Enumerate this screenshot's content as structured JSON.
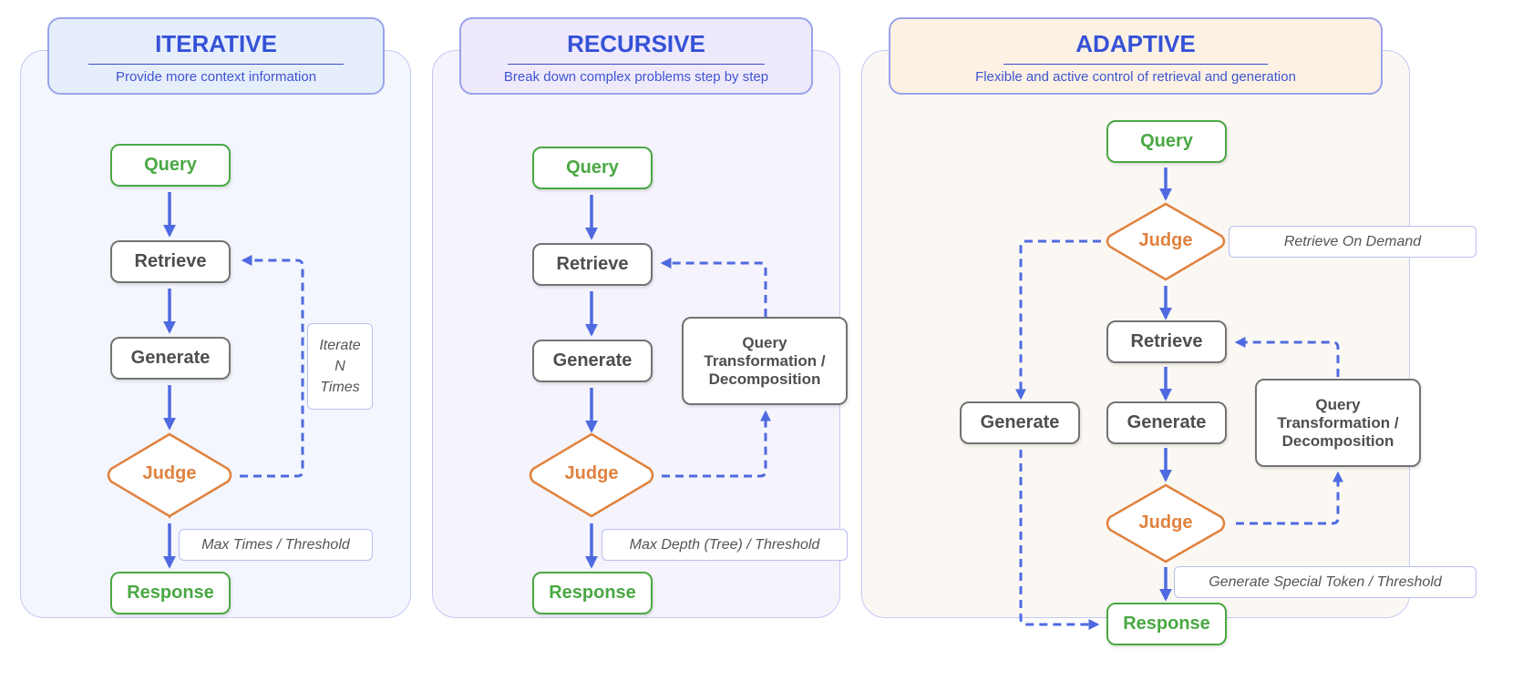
{
  "colors": {
    "title": "#3552d6",
    "arrow": "#4f6ae0",
    "terminal": "#4aa843",
    "process": "#737373",
    "judge": "#e0823f",
    "panel_iterative": "#f3f6fd",
    "panel_recursive": "#f5f3fc",
    "panel_adaptive": "#fbf8f4"
  },
  "panels": [
    {
      "title": "ITERATIVE",
      "subtitle": "Provide more context information",
      "nodes": {
        "query": "Query",
        "retrieve": "Retrieve",
        "generate": "Generate",
        "judge": "Judge",
        "response": "Response"
      },
      "loop_note": [
        "Iterate",
        "N",
        "Times"
      ],
      "stop_note": "Max Times / Threshold"
    },
    {
      "title": "RECURSIVE",
      "subtitle": "Break down complex problems step by step",
      "nodes": {
        "query": "Query",
        "retrieve": "Retrieve",
        "generate": "Generate",
        "judge": "Judge",
        "response": "Response",
        "transform": [
          "Query",
          "Transformation /",
          "Decomposition"
        ]
      },
      "stop_note": "Max Depth (Tree) / Threshold"
    },
    {
      "title": "ADAPTIVE",
      "subtitle": "Flexible and  active control of retrieval and generation",
      "nodes": {
        "query": "Query",
        "judge_top": "Judge",
        "retrieve": "Retrieve",
        "generate_direct": "Generate",
        "generate": "Generate",
        "judge": "Judge",
        "response": "Response",
        "transform": [
          "Query",
          "Transformation /",
          "Decomposition"
        ]
      },
      "on_demand_note": "Retrieve On  Demand",
      "stop_note": "Generate Special Token / Threshold"
    }
  ]
}
